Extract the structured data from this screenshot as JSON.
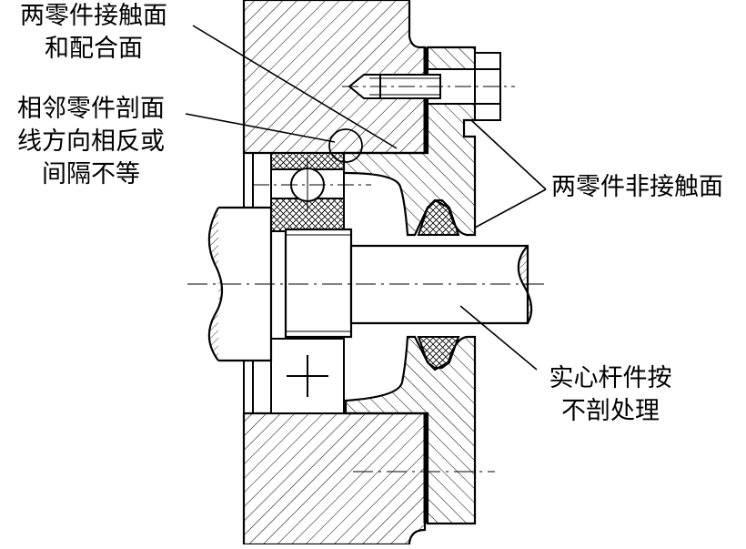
{
  "labels": {
    "contact_faces": [
      "两零件接触面",
      "和配合面"
    ],
    "adjacent_hatch": [
      "相邻零件剖面",
      "线方向相反或",
      "间隔不等"
    ],
    "non_contact": [
      "两零件非接触面"
    ],
    "solid_shaft": [
      "实心杆件按",
      "不剖处理"
    ]
  },
  "colors": {
    "ink": "#000000",
    "paper": "#ffffff"
  }
}
